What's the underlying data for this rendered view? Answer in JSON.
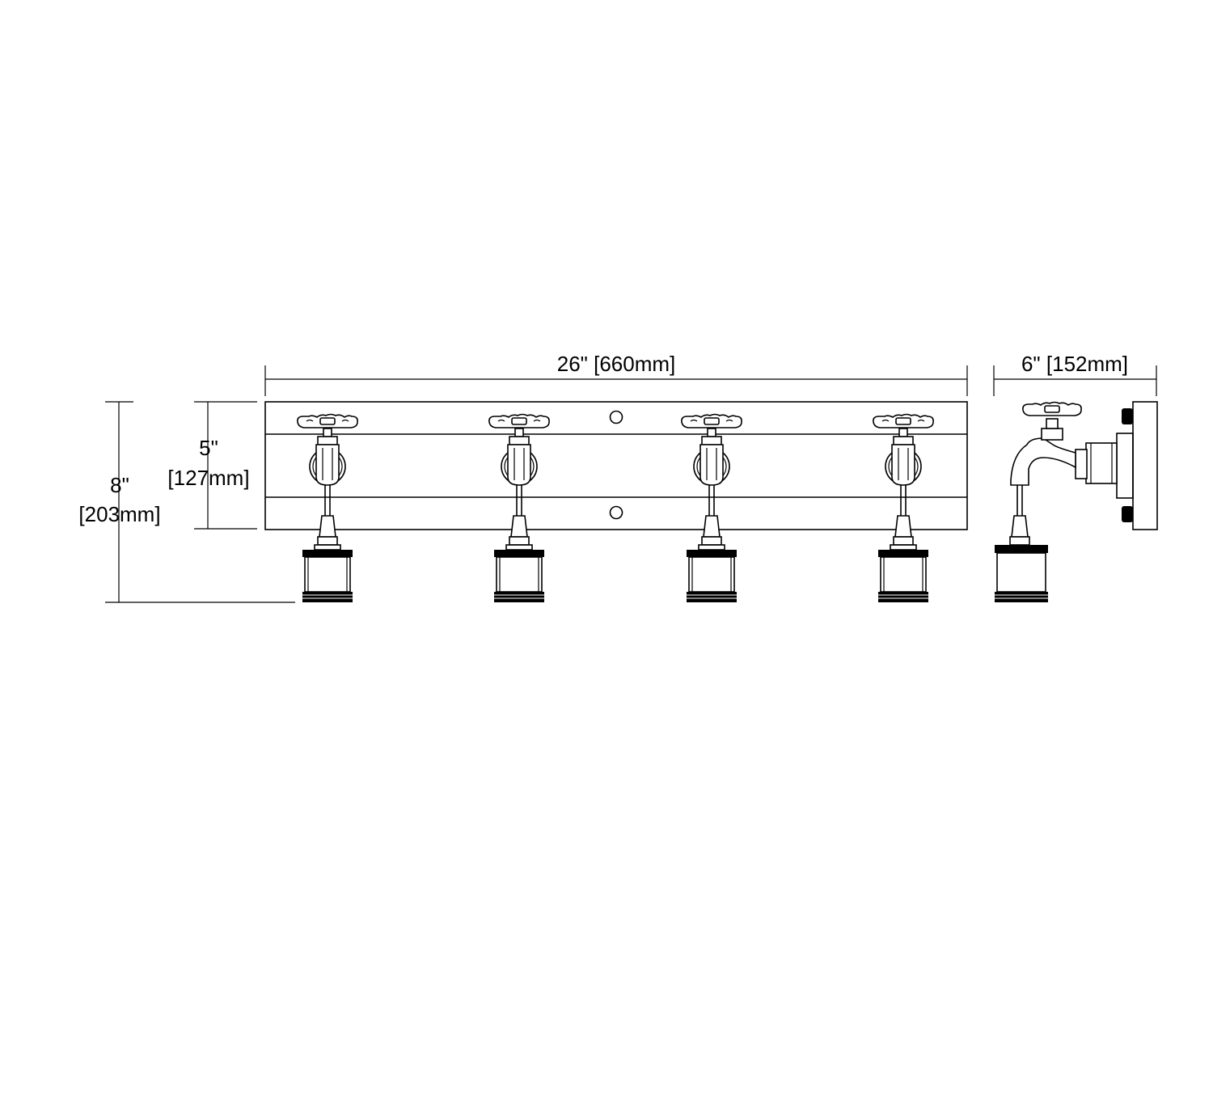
{
  "dimensions": {
    "width": "26\" [660mm]",
    "depth": "6\" [152mm]",
    "backplate_height_in": "5\"",
    "backplate_height_mm": "[127mm]",
    "overall_height_in": "8\"",
    "overall_height_mm": "[203mm]"
  },
  "colors": {
    "line": "#000000",
    "background": "#ffffff"
  },
  "front_view": {
    "fixture_count": 4
  }
}
